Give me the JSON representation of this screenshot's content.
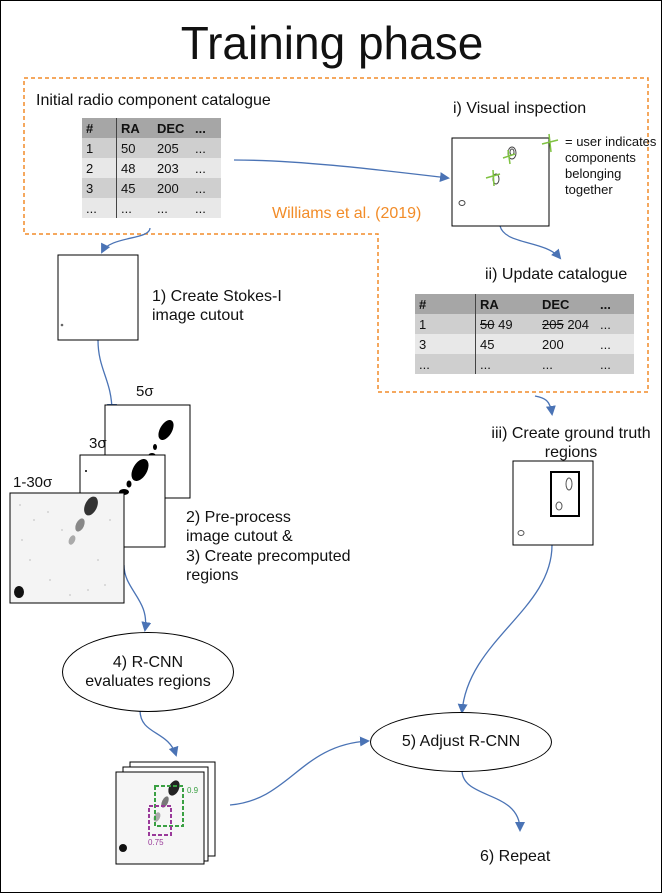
{
  "title": "Training phase",
  "catalogue_label": "Initial radio component catalogue",
  "initial_table": {
    "headers": [
      "#",
      "RA",
      "DEC",
      "..."
    ],
    "rows": [
      [
        "1",
        "50",
        "205",
        "..."
      ],
      [
        "2",
        "48",
        "203",
        "..."
      ],
      [
        "3",
        "45",
        "200",
        "..."
      ],
      [
        "...",
        "...",
        "...",
        "..."
      ]
    ]
  },
  "williams_label": "Williams et al. (2019)",
  "visual_inspection_label": "i) Visual inspection",
  "user_note": "= user indicates components belonging together",
  "update_catalogue_label": "ii) Update catalogue",
  "updated_table": {
    "headers": [
      "#",
      "RA",
      "DEC",
      "..."
    ],
    "row1": {
      "num": "1",
      "ra_old": "50",
      "ra_new": "49",
      "dec_old": "205",
      "dec_new": "204",
      "more": "..."
    },
    "row2": [
      "3",
      "45",
      "200",
      "..."
    ],
    "row3": [
      "...",
      "...",
      "...",
      "..."
    ]
  },
  "ground_truth_label": "iii) Create ground truth regions",
  "step1_label": "1) Create Stokes-I image cutout",
  "sigma_labels": {
    "s5": "5σ",
    "s3": "3σ",
    "s130": "1-30σ"
  },
  "step2_label": "2) Pre-process image cutout &",
  "step3_label": "3) Create precomputed regions",
  "step4_label": "4) R-CNN evaluates regions",
  "step5_label": "5) Adjust R-CNN",
  "step6_label": "6) Repeat",
  "scores": {
    "green": "0.9",
    "purple": "0.75"
  },
  "colors": {
    "orange": "#f28c28",
    "arrow": "#4a73b5",
    "green": "#3aa043",
    "purple": "#9a3a9a",
    "lightgreen": "#7fc241"
  }
}
